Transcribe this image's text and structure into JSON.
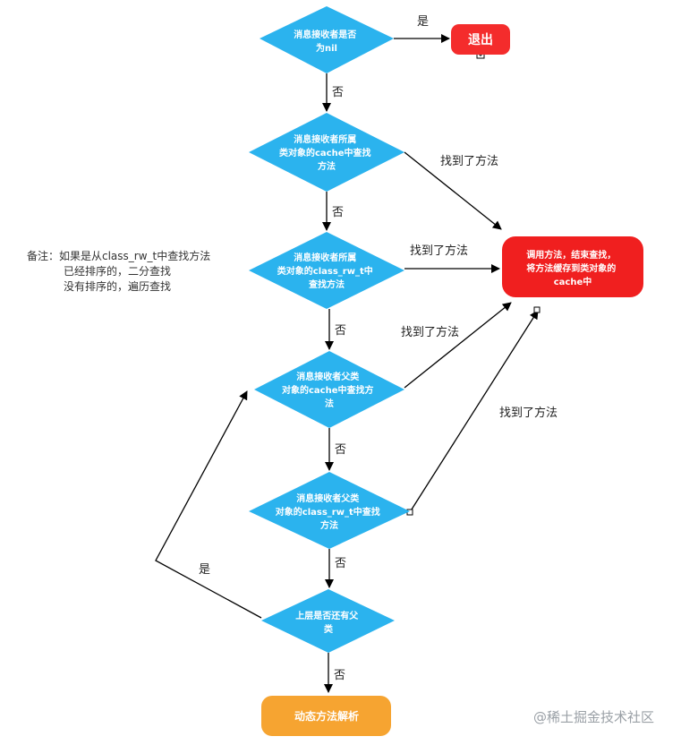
{
  "colors": {
    "decision": "#2bb3ee",
    "exit": "#f42c2c",
    "result": "#f01f1f",
    "dynamic": "#f6a431",
    "edge": "#000000"
  },
  "nodes": {
    "d_nil": [
      "消息接收者是否",
      "为nil"
    ],
    "exit": [
      "退出"
    ],
    "d_cache": [
      "消息接收者所属",
      "类对象的cache中查找",
      "方法"
    ],
    "d_rw": [
      "消息接收者所属",
      "类对象的class_rw_t中",
      "查找方法"
    ],
    "d_super_cache": [
      "消息接收者父类",
      "对象的cache中查找方",
      "法"
    ],
    "d_super_rw": [
      "消息接收者父类",
      "对象的class_rw_t中查找",
      "方法"
    ],
    "d_has_super": [
      "上层是否还有父",
      "类"
    ],
    "result": [
      "调用方法，结束查找，",
      "将方法缓存到类对象的",
      "cache中"
    ],
    "dynamic": [
      "动态方法解析"
    ]
  },
  "edge_labels": {
    "yes_exit": "是",
    "no_1": "否",
    "no_2": "否",
    "no_3": "否",
    "no_4": "否",
    "no_5": "否",
    "no_6": "否",
    "found_1": "找到了方法",
    "found_2": "找到了方法",
    "found_3": "找到了方法",
    "found_4": "找到了方法",
    "yes_loop": "是"
  },
  "note": [
    "备注：如果是从class_rw_t中查找方法",
    "已经排序的，二分查找",
    "没有排序的，遍历查找"
  ],
  "watermark": "@稀土掘金技术社区"
}
